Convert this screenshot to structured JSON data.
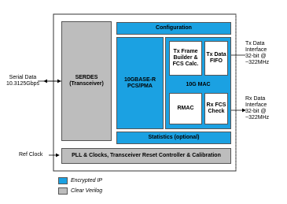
{
  "colors": {
    "encrypted": "#1ba1e2",
    "clear": "#bdbdbd",
    "border": "#333333",
    "inner_white": "#ffffff"
  },
  "blocks": {
    "serdes": "SERDES\n(Transceiver)",
    "configuration": "Configuration",
    "pcs": "10GBASE-R\nPCS/PMA",
    "mac_label": "10G MAC",
    "tx_builder": "Tx Frame\nBuilder &\nFCS Calc.",
    "tx_fifo": "Tx Data\nFIFO",
    "rmac": "RMAC",
    "rx_fcs": "Rx FCS\nCheck",
    "statistics": "Statistics (optional)",
    "pll": "PLL & Clocks, Transceiver Reset Controller & Calibration"
  },
  "signals": {
    "serial_data": "Serial Data\n10.3125Gbps",
    "ref_clock": "Ref Clock",
    "tx_interface": "Tx Data\nInterface\n32-bit @\n~322MHz",
    "rx_interface": "Rx Data\nInterface\n32-bit @\n~322MHz"
  },
  "legend": {
    "encrypted": "Encrypted IP",
    "clear": "Clear Verilog"
  }
}
